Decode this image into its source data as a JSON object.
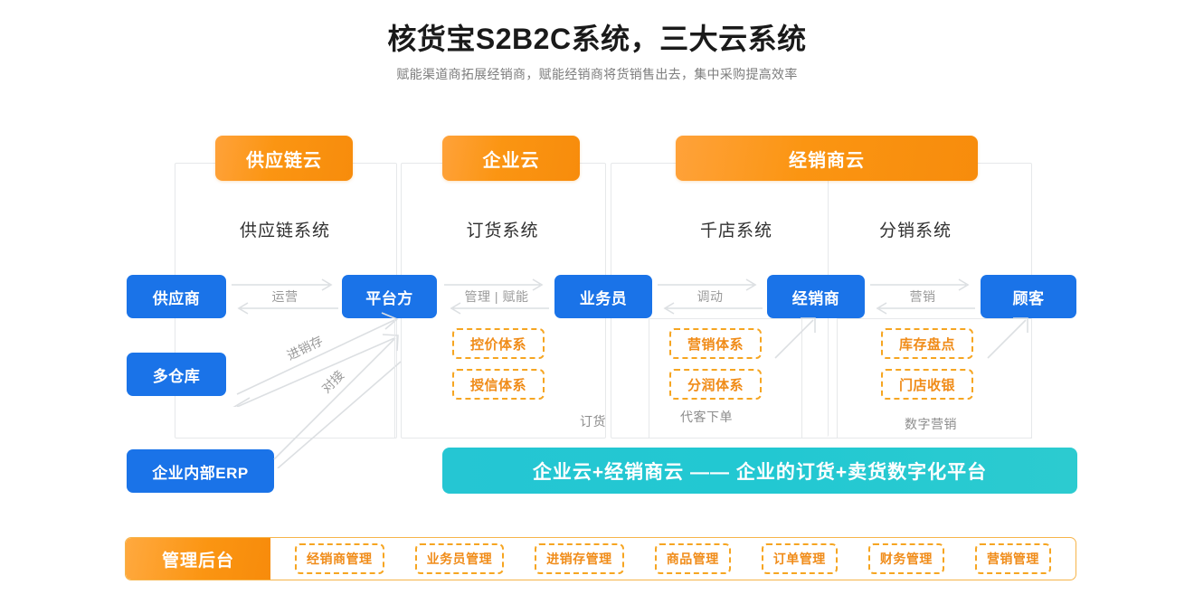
{
  "header": {
    "title": "核货宝S2B2C系统，三大云系统",
    "subtitle": "赋能渠道商拓展经销商，赋能经销商将货销售出去，集中采购提高效率"
  },
  "clouds": [
    {
      "badge": "供应链云",
      "systems": [
        "供应链系统"
      ]
    },
    {
      "badge": "企业云",
      "systems": [
        "订货系统"
      ]
    },
    {
      "badge": "经销商云",
      "systems": [
        "千店系统",
        "分销系统"
      ]
    }
  ],
  "nodes": [
    {
      "label": "供应商"
    },
    {
      "label": "平台方"
    },
    {
      "label": "业务员"
    },
    {
      "label": "经销商"
    },
    {
      "label": "顾客"
    },
    {
      "label": "多仓库"
    },
    {
      "label": "企业内部ERP"
    }
  ],
  "connectors": [
    {
      "label": "运营"
    },
    {
      "label": "管理 | 赋能"
    },
    {
      "label": "调动"
    },
    {
      "label": "营销"
    }
  ],
  "diagonals": [
    {
      "label": "进销存"
    },
    {
      "label": "对接"
    }
  ],
  "chips": {
    "enterprise": [
      "控价体系",
      "授信体系"
    ],
    "dealer_store": [
      "营销体系",
      "分润体系"
    ],
    "dealer_dist": [
      "库存盘点",
      "门店收银"
    ]
  },
  "minor_labels": {
    "ordering": "订货",
    "proxy_order": "代客下单",
    "digital_marketing": "数字营销"
  },
  "banner": {
    "text": "企业云+经销商云 —— 企业的订货+卖货数字化平台"
  },
  "admin": {
    "title": "管理后台",
    "items": [
      "经销商管理",
      "业务员管理",
      "进销存管理",
      "商品管理",
      "订单管理",
      "财务管理",
      "营销管理"
    ]
  },
  "colors": {
    "orange": "#f78c0c",
    "orange_light": "#ffa23a",
    "blue": "#1a73e8",
    "teal": "#25c6d3",
    "chip_border": "#f6a521",
    "chip_text": "#f08c19",
    "frame": "#e6e8ea",
    "muted": "#9a9a9a"
  }
}
